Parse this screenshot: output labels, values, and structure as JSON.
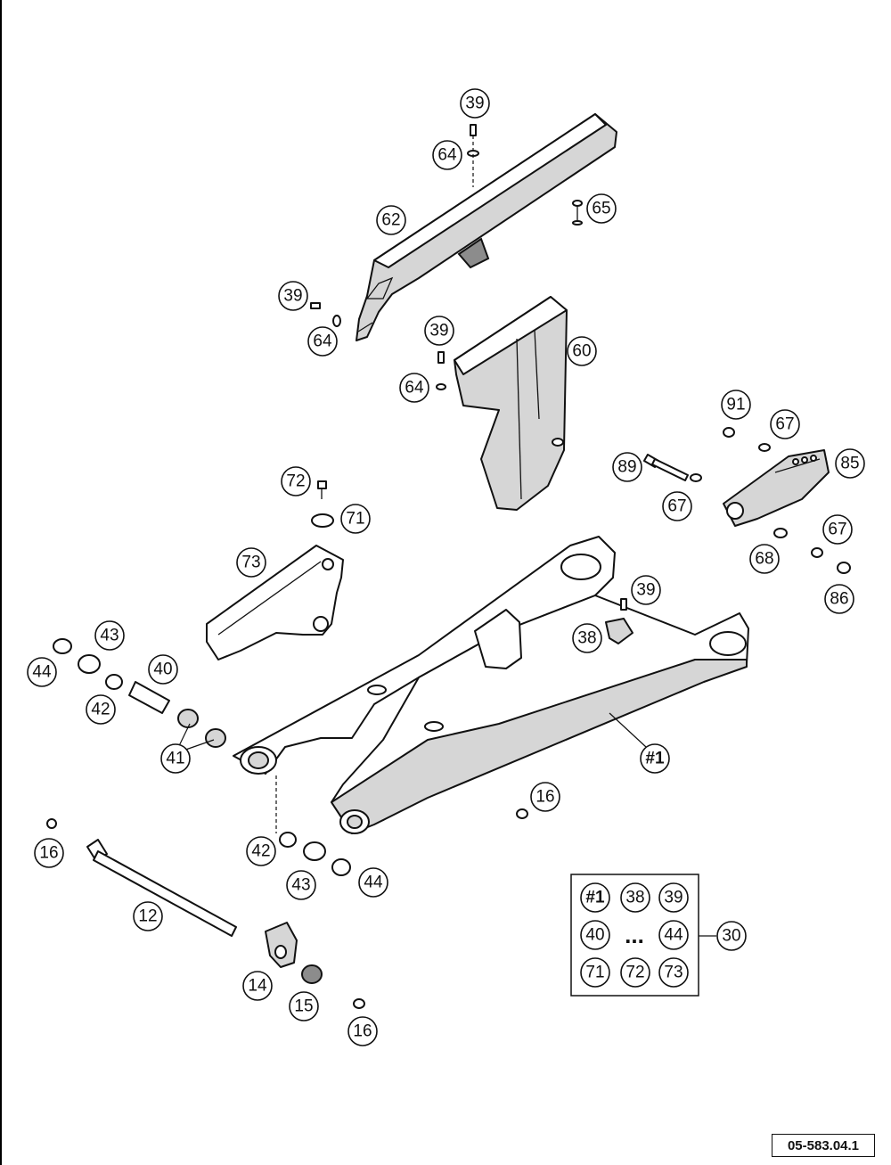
{
  "callouts": [
    {
      "id": "c-39-a",
      "label": "39"
    },
    {
      "id": "c-64-a",
      "label": "64"
    },
    {
      "id": "c-65",
      "label": "65"
    },
    {
      "id": "c-62",
      "label": "62"
    },
    {
      "id": "c-39-b",
      "label": "39"
    },
    {
      "id": "c-64-b",
      "label": "64"
    },
    {
      "id": "c-39-c",
      "label": "39"
    },
    {
      "id": "c-60",
      "label": "60"
    },
    {
      "id": "c-64-c",
      "label": "64"
    },
    {
      "id": "c-91",
      "label": "91"
    },
    {
      "id": "c-67-a",
      "label": "67"
    },
    {
      "id": "c-89",
      "label": "89"
    },
    {
      "id": "c-85",
      "label": "85"
    },
    {
      "id": "c-67-b",
      "label": "67"
    },
    {
      "id": "c-67-c",
      "label": "67"
    },
    {
      "id": "c-68",
      "label": "68"
    },
    {
      "id": "c-86",
      "label": "86"
    },
    {
      "id": "c-72",
      "label": "72"
    },
    {
      "id": "c-71",
      "label": "71"
    },
    {
      "id": "c-73",
      "label": "73"
    },
    {
      "id": "c-39-d",
      "label": "39"
    },
    {
      "id": "c-38",
      "label": "38"
    },
    {
      "id": "c-43-a",
      "label": "43"
    },
    {
      "id": "c-44-a",
      "label": "44"
    },
    {
      "id": "c-40",
      "label": "40"
    },
    {
      "id": "c-42-a",
      "label": "42"
    },
    {
      "id": "c-41",
      "label": "41"
    },
    {
      "id": "c-1",
      "label": "#1"
    },
    {
      "id": "c-16-a",
      "label": "16"
    },
    {
      "id": "c-16-b",
      "label": "16"
    },
    {
      "id": "c-42-b",
      "label": "42"
    },
    {
      "id": "c-43-b",
      "label": "43"
    },
    {
      "id": "c-44-b",
      "label": "44"
    },
    {
      "id": "c-12",
      "label": "12"
    },
    {
      "id": "c-14",
      "label": "14"
    },
    {
      "id": "c-15",
      "label": "15"
    },
    {
      "id": "c-16-c",
      "label": "16"
    },
    {
      "id": "c-30",
      "label": "30"
    }
  ],
  "kit": {
    "items": [
      "#1",
      "38",
      "39",
      "40",
      "44",
      "71",
      "72",
      "73"
    ],
    "ellipsis": "..."
  },
  "reference_code": "05-583.04.1"
}
